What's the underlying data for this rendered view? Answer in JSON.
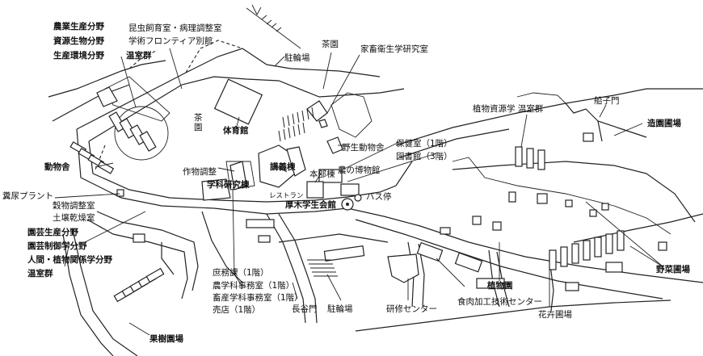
{
  "labels": {
    "nogyo": "農業生産分野",
    "shigen": "資源生物分野",
    "kankyo": "生産環境分野",
    "onshitsu1": "温室群",
    "konchu": "昆虫飼育室・病理調整室",
    "frontier": "学術フロンティア別館",
    "chaen1": "茶園",
    "chuurin": "駐輪場",
    "kachiku": "家畜衛生学研究室",
    "chaen2": "茶園",
    "taiikukan": "体育館",
    "dobutsusha": "動物舎",
    "yasei": "野生動物舎",
    "hokenshitsu": "保健室（1階）",
    "toshokan": "図書館（3階）",
    "shokubutsu_shigen": "植物資源学 温室群",
    "funako": "船子門",
    "zoen": "造園圃場",
    "sakumotsu": "作物調整",
    "kogi": "講義棟",
    "honbu": "本部棟",
    "hakubutsukan": "農の博物館",
    "funnyo": "糞尿プラント",
    "gakka": "学科研究棟",
    "restaurant": "レストラン",
    "gakuseikaikan": "厚木学生会館",
    "busstop": "バス停",
    "kokumotsu": "穀物調整室",
    "dojo": "土壌乾燥室",
    "engei": "園芸生産分野",
    "engei_seigyo": "園芸制御学分野",
    "ningen": "人間・植物関係学分野",
    "onshitsu2": "温室群",
    "shomuka": "庶務課（1階）",
    "nogakka": "農学科事務室（1階）",
    "chikusan": "畜産学科事務室（1階）",
    "baiten": "売店（1階）",
    "hasemon": "長谷門",
    "chuurin2": "駐輪場",
    "kenshu": "研修センター",
    "shokuniku": "食肉加工技術センター",
    "shokubutsuen": "植物園",
    "kaki": "花卉圃場",
    "yasai": "野菜圃場",
    "kaju": "果樹園場"
  }
}
